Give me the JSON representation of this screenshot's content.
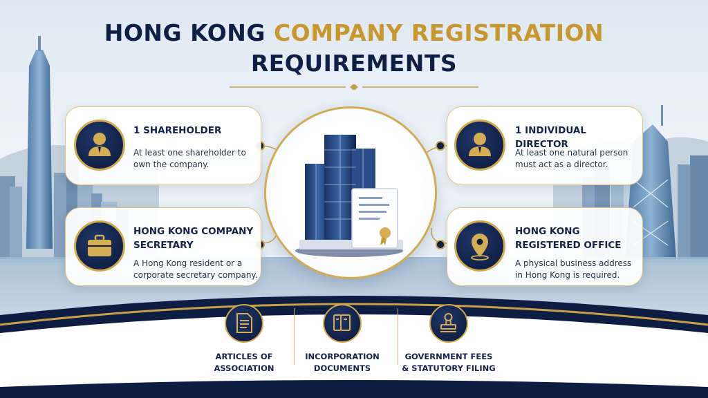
{
  "title": {
    "line1_part1": "HONG KONG ",
    "line1_part2": "COMPANY REGISTRATION",
    "line2": "REQUIREMENTS"
  },
  "cards": [
    {
      "title": "1 SHAREHOLDER",
      "desc": "At least one shareholder to own the company.",
      "icon": "person-icon"
    },
    {
      "title": "HONG KONG COMPANY SECRETARY",
      "desc": "A Hong Kong resident or a corporate secretary company.",
      "icon": "briefcase-icon"
    },
    {
      "title": "1 INDIVIDUAL DIRECTOR",
      "desc": "At least one natural person must act as a director.",
      "icon": "person-icon"
    },
    {
      "title": "HONG KONG REGISTERED OFFICE",
      "desc": "A physical business address in Hong Kong is required.",
      "icon": "location-pin-icon"
    }
  ],
  "center": {
    "icon": "office-building-certificate-icon"
  },
  "documents": [
    {
      "label": "ARTICLES OF ASSOCIATION",
      "icon": "document-icon"
    },
    {
      "label": "INCORPORATION DOCUMENTS",
      "icon": "binders-icon"
    },
    {
      "label": "GOVERNMENT FEES & STATUTORY FILING",
      "icon": "stamp-icon"
    }
  ],
  "colors": {
    "navy": "#0f1f45",
    "gold": "#c8982e"
  }
}
